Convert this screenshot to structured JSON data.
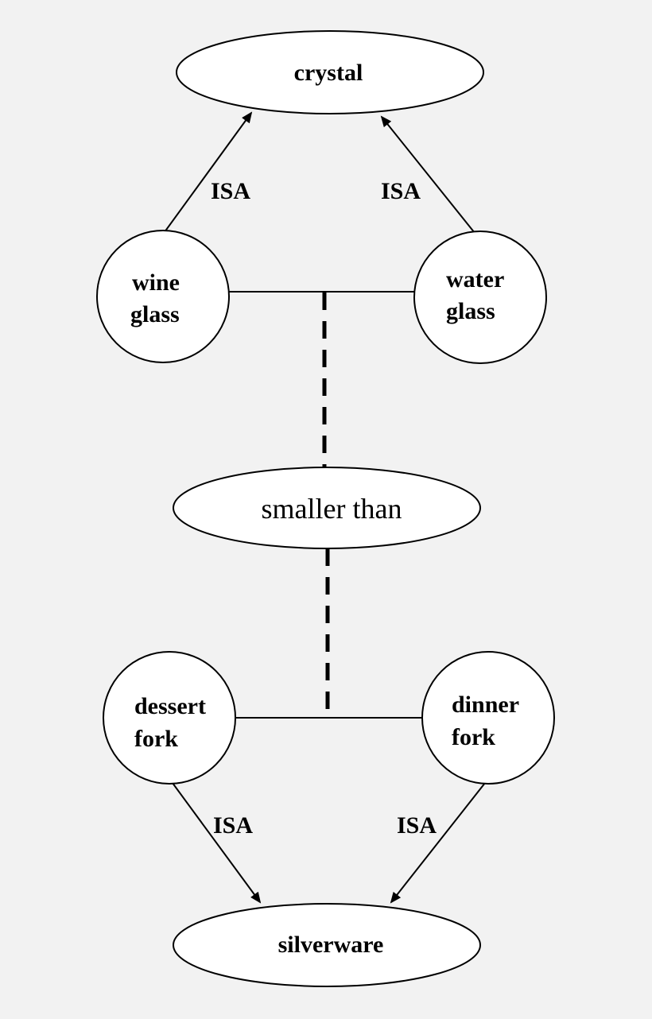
{
  "background_color": "#f2f2f2",
  "nodes": {
    "crystal": {
      "label": "crystal"
    },
    "wine_glass": {
      "line1": "wine",
      "line2": "glass"
    },
    "water_glass": {
      "line1": "water",
      "line2": "glass"
    },
    "smaller_than": {
      "label": "smaller than"
    },
    "dessert_fork": {
      "line1": "dessert",
      "line2": "fork"
    },
    "dinner_fork": {
      "line1": "dinner",
      "line2": "fork"
    },
    "silverware": {
      "label": "silverware"
    }
  },
  "edges": {
    "wine_glass_to_crystal": {
      "label": "ISA"
    },
    "water_glass_to_crystal": {
      "label": "ISA"
    },
    "dessert_fork_to_silverware": {
      "label": "ISA"
    },
    "dinner_fork_to_silverware": {
      "label": "ISA"
    }
  }
}
